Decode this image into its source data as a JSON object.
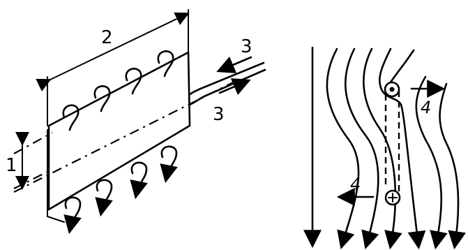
{
  "labels": {
    "dim_width": "2",
    "dim_height": "1",
    "current_in": "3",
    "current_out": "3",
    "force_top": "4",
    "force_bottom": "4"
  }
}
